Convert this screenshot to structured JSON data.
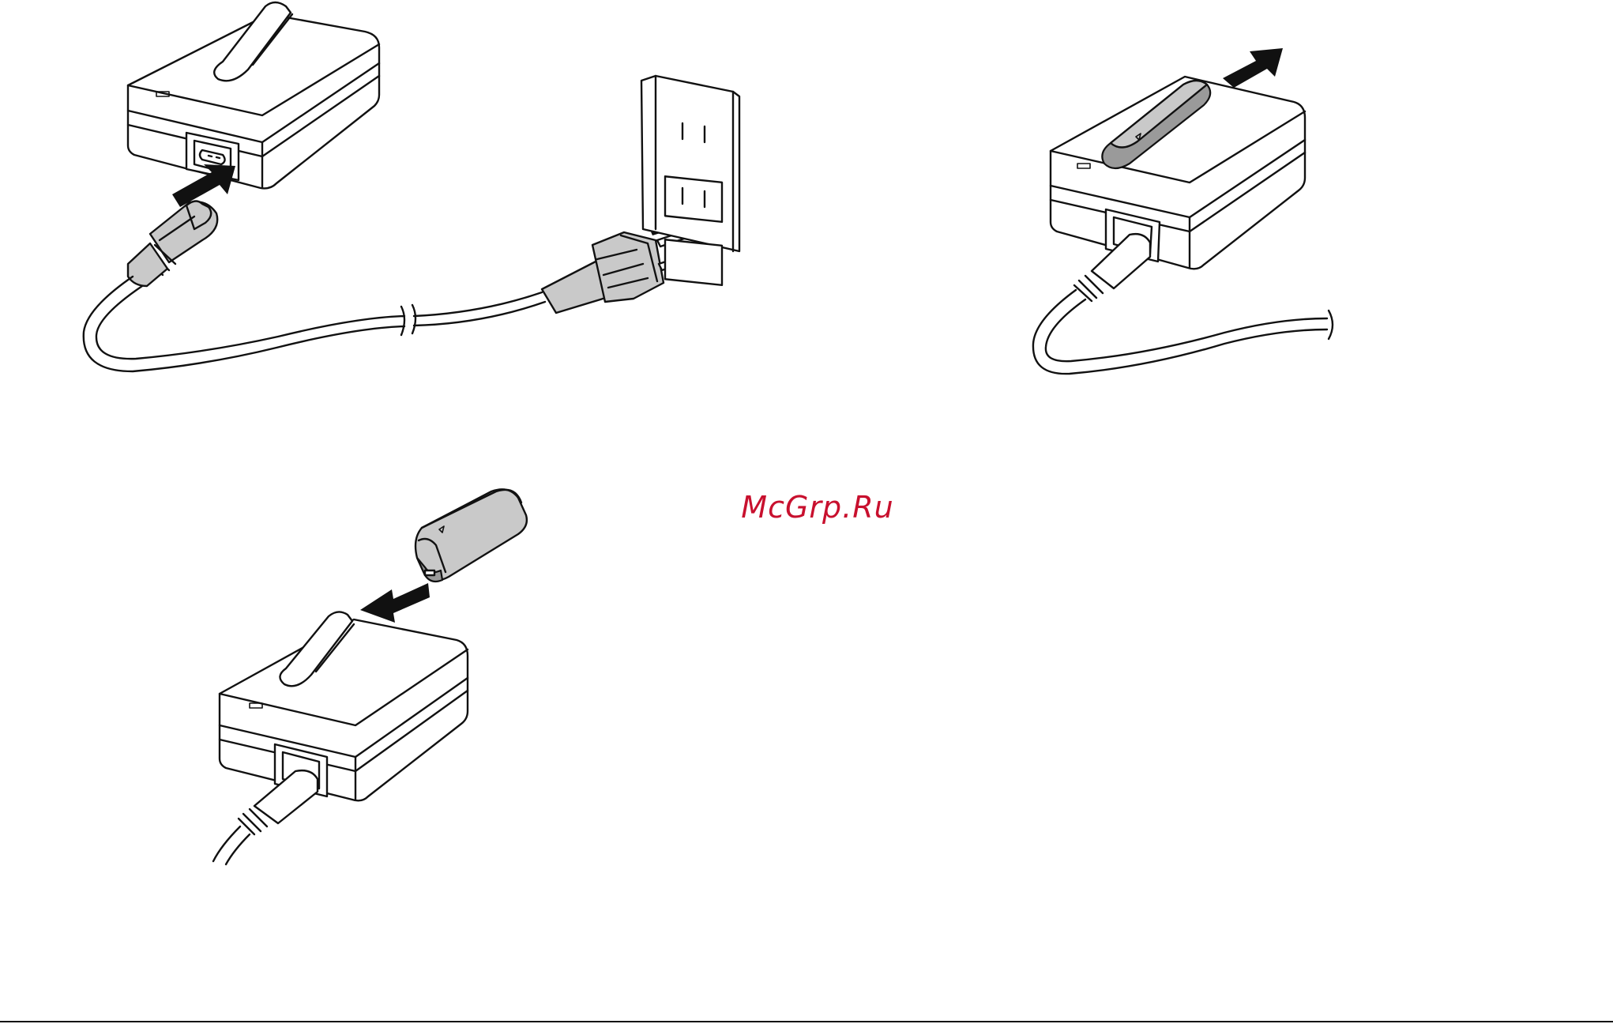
{
  "watermark": {
    "text": "McGrp.Ru",
    "color": "#c8102e"
  },
  "figures": [
    {
      "id": "connect-power",
      "icon": "charger-power-cord-wall-outlet-icon"
    },
    {
      "id": "remove-battery",
      "icon": "charger-battery-removal-icon"
    },
    {
      "id": "insert-battery",
      "icon": "charger-battery-insertion-icon"
    }
  ],
  "colors": {
    "line": "#111111",
    "fill_light": "#c9c9c9",
    "fill_dark": "#9a9a9a"
  }
}
